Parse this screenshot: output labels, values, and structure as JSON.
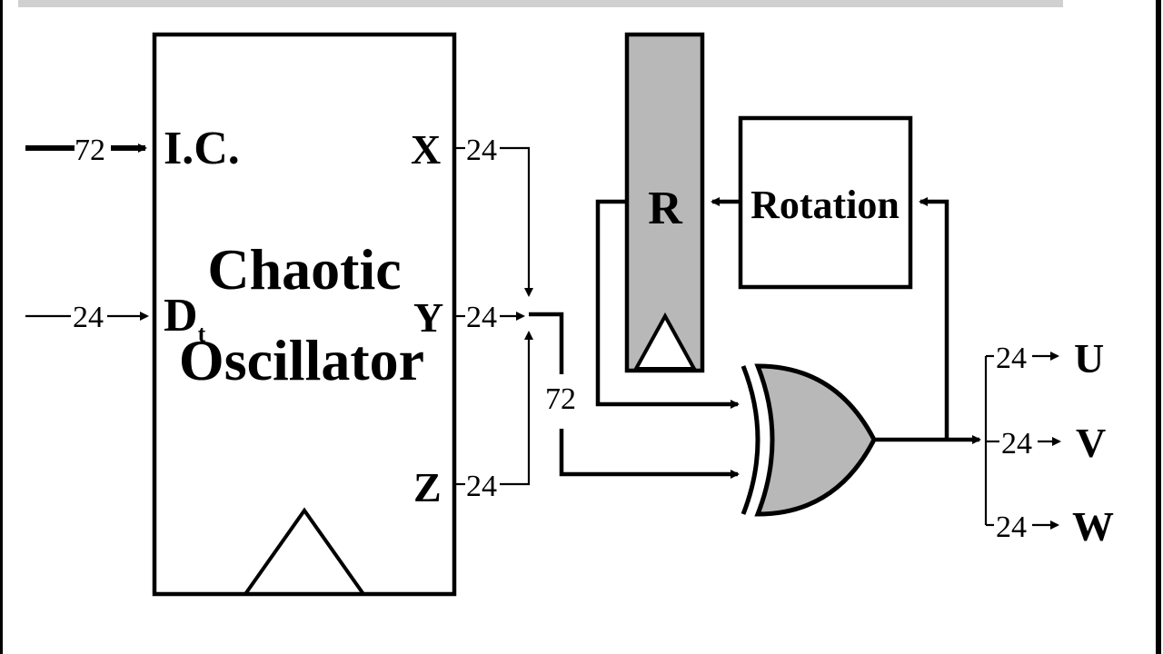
{
  "colors": {
    "background": "#000000",
    "panel": "#ffffff",
    "gray_fill": "#b8b8b8",
    "ink": "#000000"
  },
  "oscillator": {
    "title_line1": "Chaotic",
    "title_line2": "Oscillator",
    "input_ic": "I.C.",
    "input_dt": "D",
    "input_dt_sub": "t",
    "output_x": "X",
    "output_y": "Y",
    "output_z": "Z",
    "clock_icon": "clock-triangle-icon"
  },
  "buses": {
    "ic_width": "72",
    "dt_width": "24",
    "x_width": "24",
    "y_width": "24",
    "z_width": "24",
    "merged_width": "72"
  },
  "register": {
    "label": "R",
    "clock_icon": "clock-triangle-icon"
  },
  "rotation": {
    "label": "Rotation"
  },
  "xor_gate": {
    "icon": "xor-gate-icon"
  },
  "outputs": {
    "u_width": "24",
    "u_label": "U",
    "v_width": "24",
    "v_label": "V",
    "w_width": "24",
    "w_label": "W"
  }
}
